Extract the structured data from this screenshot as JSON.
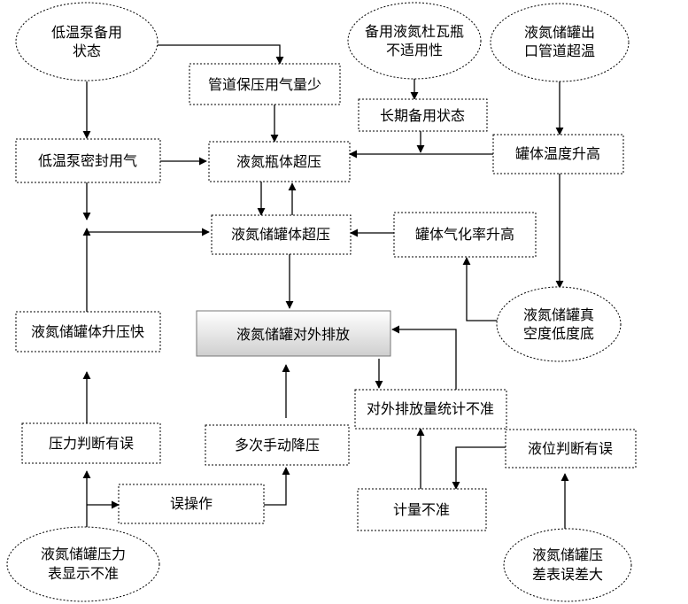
{
  "nodes": {
    "pump_standby": [
      "低温泵备用",
      "状态"
    ],
    "pipe_gas_less": [
      "管道保压用气量少"
    ],
    "dewar_unsuitable": [
      "备用液氮杜瓦瓶",
      "不适用性"
    ],
    "outlet_overtemp": [
      "液氮储罐出",
      "口管道超温"
    ],
    "long_standby": [
      "长期备用状态"
    ],
    "pump_seal_gas": [
      "低温泵密封用气"
    ],
    "bottle_overpressure": [
      "液氮瓶体超压"
    ],
    "tank_temp_rise": [
      "罐体温度升高"
    ],
    "tank_overpressure": [
      "液氮储罐体超压"
    ],
    "vaporization_rise": [
      "罐体气化率升高"
    ],
    "vacuum_low": [
      "液氮储罐真",
      "空度低度底"
    ],
    "fast_pressure_rise": [
      "液氮储罐体升压快"
    ],
    "external_discharge": [
      "液氮储罐对外排放"
    ],
    "discharge_stat_inaccurate": [
      "对外排放量统计不准"
    ],
    "pressure_misjudge": [
      "压力判断有误"
    ],
    "manual_depressure": [
      "多次手动降压"
    ],
    "level_misjudge": [
      "液位判断有误"
    ],
    "misoperation": [
      "误操作"
    ],
    "metering_inaccurate": [
      "计量不准"
    ],
    "gauge_inaccurate": [
      "液氮储罐压力",
      "表显示不准"
    ],
    "dp_gauge_error": [
      "液氮储罐压",
      "差表误差大"
    ]
  }
}
